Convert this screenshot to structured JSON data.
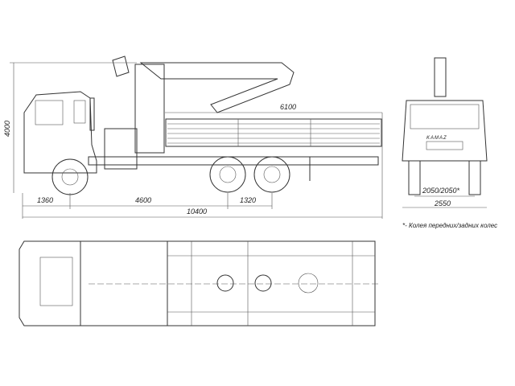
{
  "side_view": {
    "dimensions": {
      "height": "4000",
      "body_length": "6100",
      "front_overhang": "1360",
      "wheelbase": "4600",
      "tandem": "1320",
      "overall_length": "10400"
    }
  },
  "front_view": {
    "brand": "KAMAZ",
    "dimensions": {
      "track": "2050/2050*",
      "width": "2550"
    },
    "footnote": "*- Колея передних/задних колес"
  },
  "top_view": {}
}
